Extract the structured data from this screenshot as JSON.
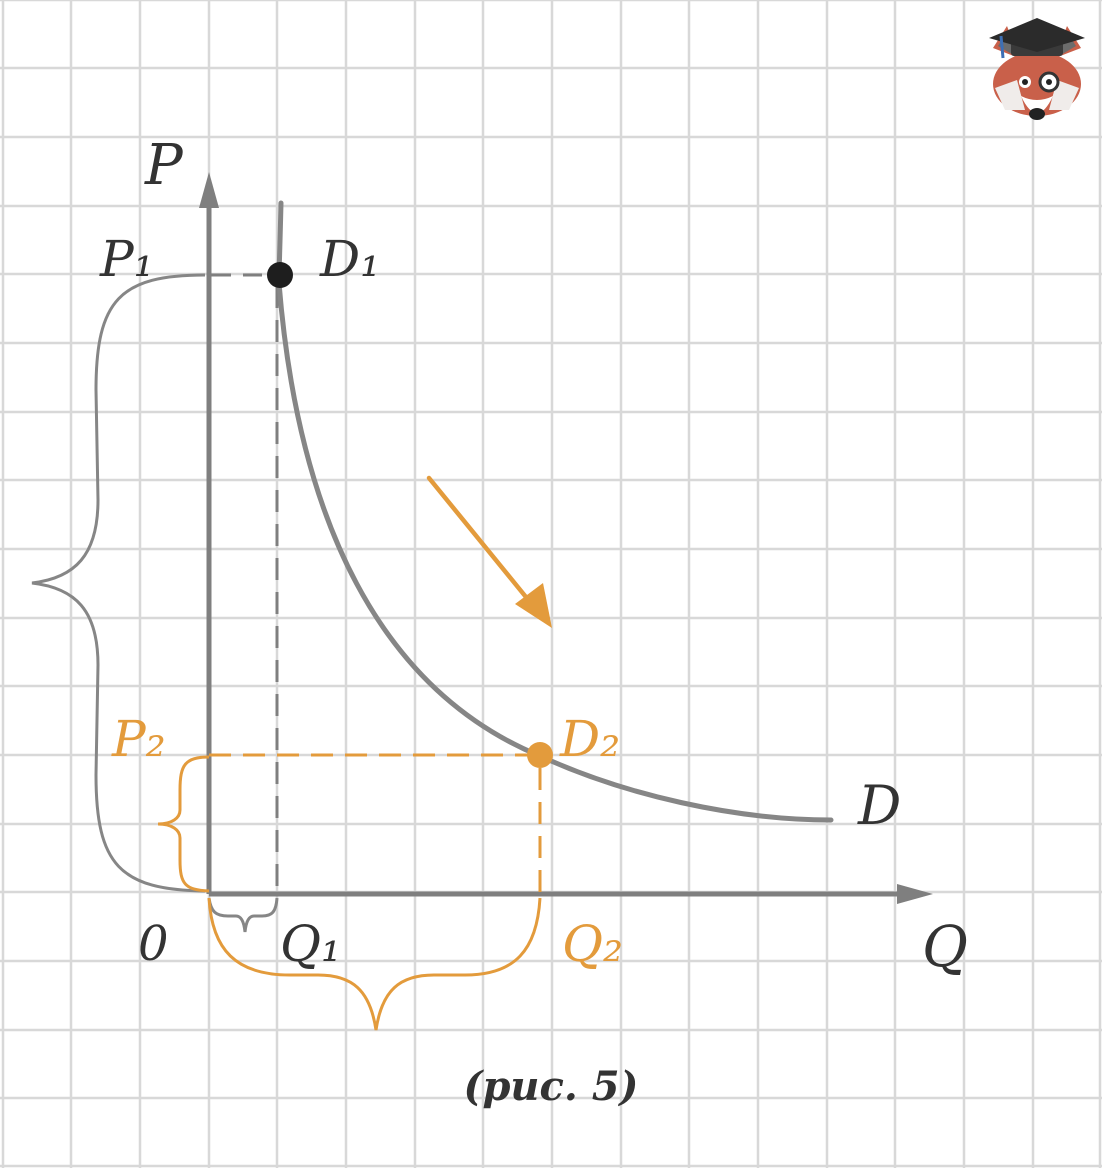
{
  "labels": {
    "price_axis": "P",
    "quantity_axis": "Q",
    "origin": "0",
    "p1": "P₁",
    "p2": "P₂",
    "q1": "Q₁",
    "q2": "Q₂",
    "point_d1": "D₁",
    "point_d2": "D₂",
    "curve": "D"
  },
  "caption": "(рис. 5)",
  "colors": {
    "grid": "#d8d8d8",
    "axis": "#7f7f7f",
    "curve": "#868686",
    "text": "#333333",
    "accent": "#e39b3c",
    "point_d1": "#1e1e1e",
    "point_d2": "#e39b3c"
  },
  "icons": {
    "logo": "fox-mascot-graduation-cap"
  }
}
